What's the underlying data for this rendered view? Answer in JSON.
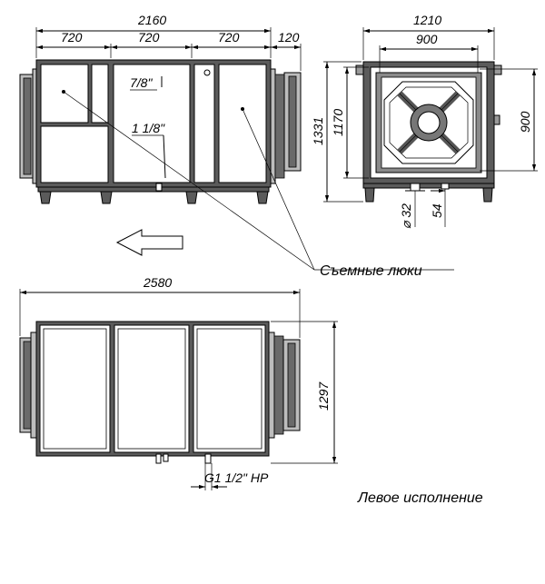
{
  "front_view": {
    "total_width": "2160",
    "section_1": "720",
    "section_2": "720",
    "section_3": "720",
    "duct_offset": "120",
    "pipe_upper": "7/8\"",
    "pipe_lower": "1 1/8\""
  },
  "side_view": {
    "total_width": "1210",
    "inner_width": "900",
    "total_height": "1331",
    "inner_height": "1170",
    "fan_height": "900",
    "pipe_diameter": "⌀ 32",
    "pipe_offset": "54"
  },
  "top_view": {
    "total_width": "2580",
    "total_height": "1297",
    "drain_label": "G1 1/2\" НР"
  },
  "labels": {
    "removable_hatches": "Съемные люки",
    "version": "Левое исполнение"
  }
}
